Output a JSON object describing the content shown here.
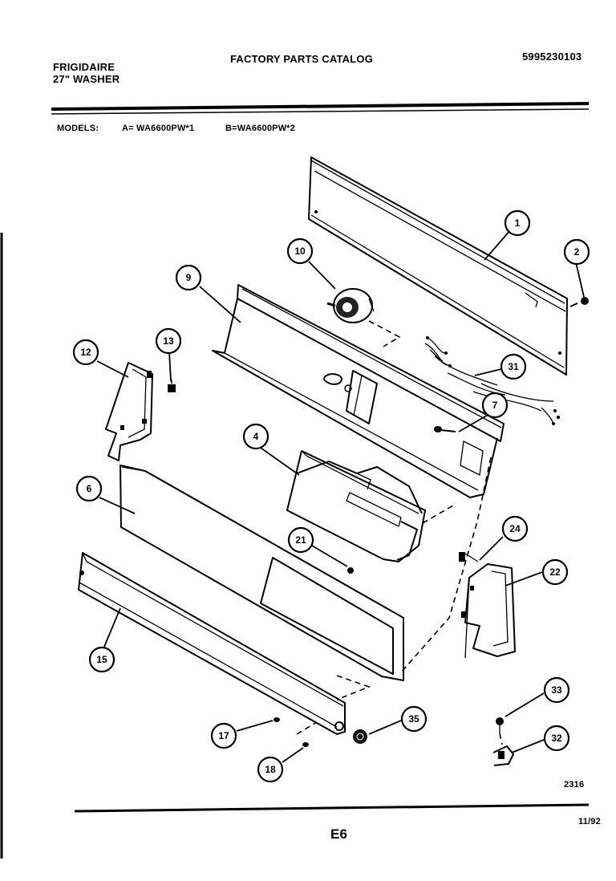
{
  "header": {
    "brand": "FRIGIDAIRE",
    "product": "27\" WASHER",
    "catalog_title": "FACTORY PARTS CATALOG",
    "catalog_number": "5995230103",
    "models_label": "MODELS:",
    "model_a": "A= WA6600PW*1",
    "model_b": "B=WA6600PW*2"
  },
  "callouts": [
    "1",
    "2",
    "4",
    "6",
    "7",
    "9",
    "10",
    "12",
    "13",
    "15",
    "17",
    "18",
    "21",
    "22",
    "24",
    "31",
    "32",
    "33",
    "35"
  ],
  "footer": {
    "drawing_number": "2316",
    "page_code": "E6",
    "date": "11/92"
  }
}
